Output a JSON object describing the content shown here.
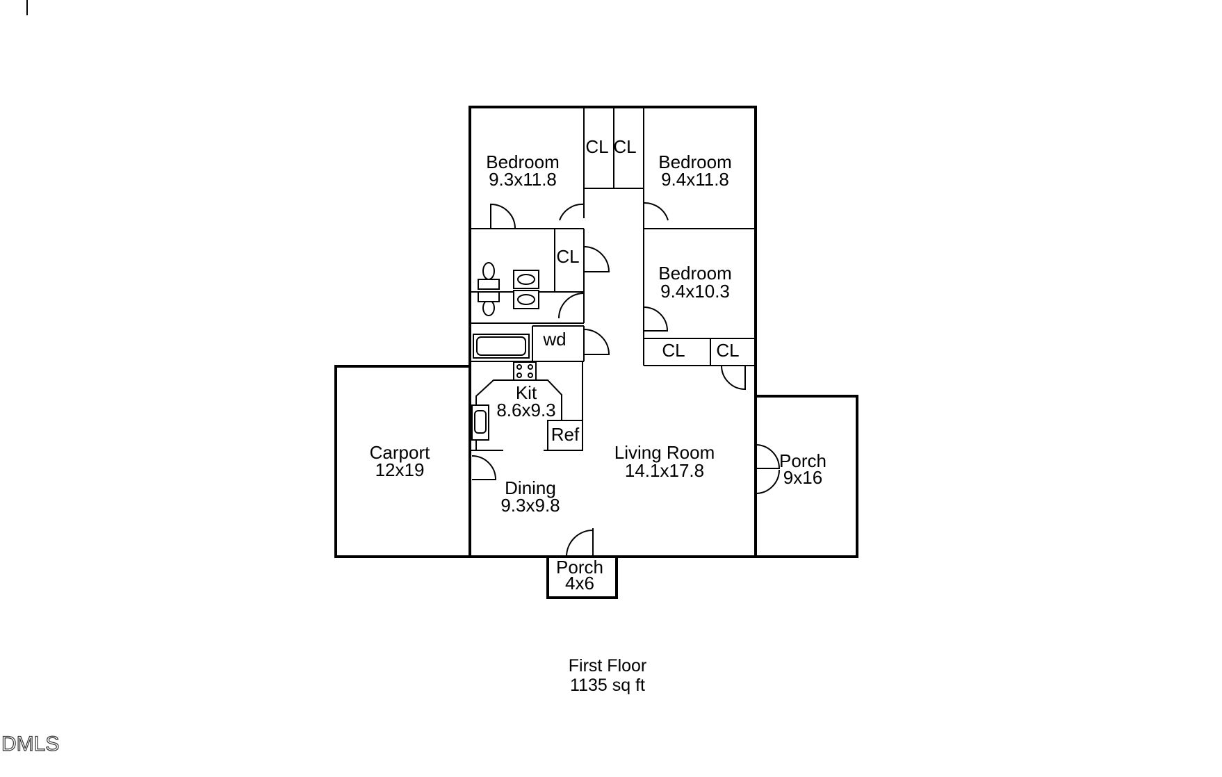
{
  "rooms": {
    "bedroom_1": {
      "name": "Bedroom",
      "size": "9.3x11.8"
    },
    "bedroom_2": {
      "name": "Bedroom",
      "size": "9.4x11.8"
    },
    "bedroom_3": {
      "name": "Bedroom",
      "size": "9.4x10.3"
    },
    "kitchen": {
      "name": "Kit",
      "size": "8.6x9.3"
    },
    "carport": {
      "name": "Carport",
      "size": "12x19"
    },
    "dining": {
      "name": "Dining",
      "size": "9.3x9.8"
    },
    "living_room": {
      "name": "Living Room",
      "size": "14.1x17.8"
    },
    "side_porch": {
      "name": "Porch",
      "size": "9x16"
    },
    "front_porch": {
      "name": "Porch",
      "size": "4x6"
    }
  },
  "closet_label": "CL",
  "washer_dryer_label": "wd",
  "refrigerator_label": "Ref",
  "floor": {
    "name": "First Floor",
    "area": "1135 sq ft"
  },
  "watermark": "DMLS"
}
